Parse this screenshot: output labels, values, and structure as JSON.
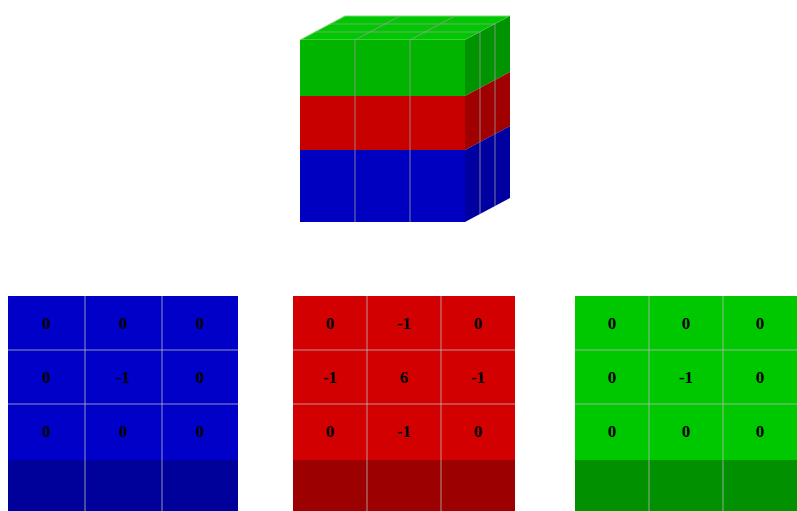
{
  "diagram": {
    "labels": [
      "0",
      "0",
      "0",
      "0",
      "-1",
      "0",
      "0",
      "0",
      "0",
      "0",
      "-1",
      "0",
      "-1",
      "6",
      "-1",
      "0",
      "-1",
      "0",
      "0",
      "0",
      "0",
      "0",
      "-1",
      "0",
      "0",
      "0",
      "0"
    ]
  }
}
